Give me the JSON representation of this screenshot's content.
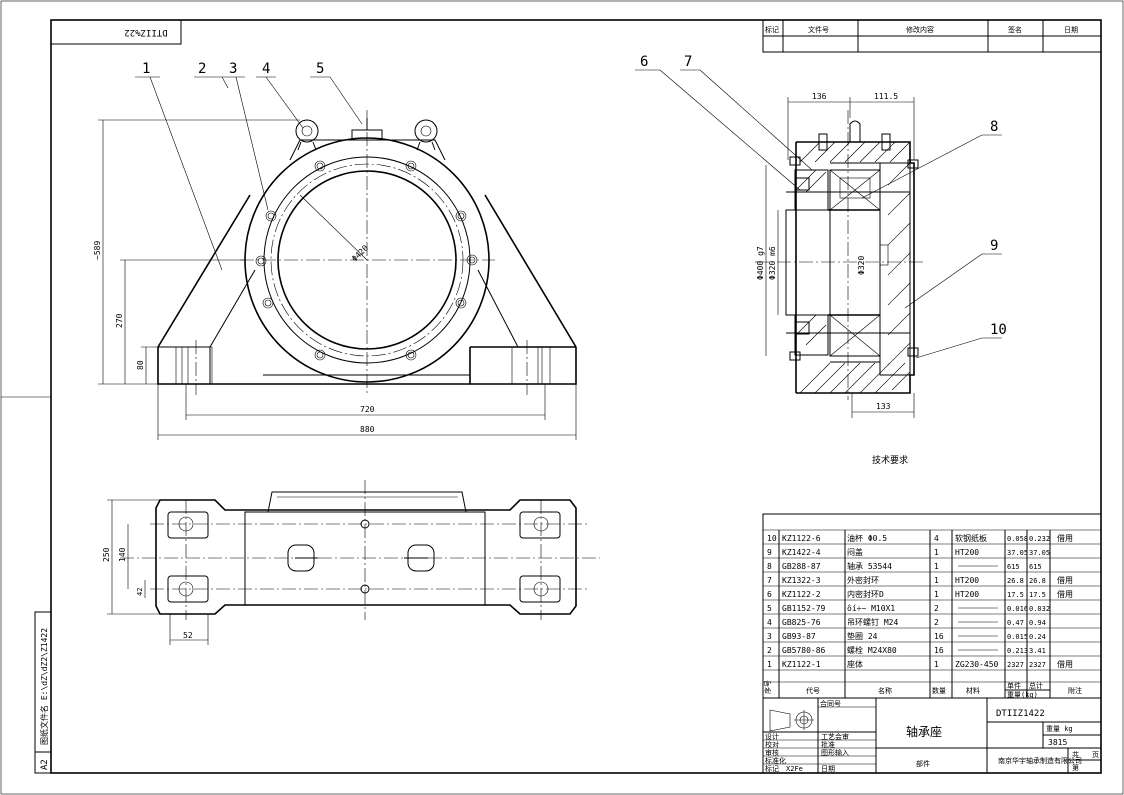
{
  "drawing_number_rotated": "DTIIZ%22",
  "side_label": "图纸文件名 E:\\dZ\\dZ2\\Z1422",
  "sheet_size": "A2",
  "front_view": {
    "balloons": [
      "1",
      "2",
      "3",
      "4",
      "5"
    ],
    "dims": {
      "height_total": "~589",
      "height_center": "270",
      "base_height": "80",
      "bolt_span": "720",
      "base_length": "880",
      "bore_dia": "Φ420"
    }
  },
  "plan_view": {
    "dims": {
      "width": "250",
      "inner": "140",
      "slot": "42",
      "edge": "52"
    }
  },
  "section_view": {
    "balloons": [
      "6",
      "7",
      "8",
      "9",
      "10"
    ],
    "dims": {
      "left_top": "136",
      "right_top": "111.5",
      "bottom": "133",
      "outer_dia": "Φ400 g7",
      "shaft_dia": "Φ320 m6",
      "bearing_dia": "Φ320"
    }
  },
  "tech_req": "技术要求",
  "revision_header": {
    "mark": "标记",
    "file_no": "文件号",
    "content": "修改内容",
    "sign": "签名",
    "date": "日期"
  },
  "bom": {
    "rows": [
      {
        "no": "10",
        "code": "KZ1122-6",
        "name": "油杯 Φ0.5",
        "qty": "4",
        "mat": "软钢纸板",
        "w1": "0.058",
        "w2": "0.232",
        "note": "借用"
      },
      {
        "no": "9",
        "code": "KZ1422-4",
        "name": "闷盖",
        "qty": "1",
        "mat": "HT200",
        "w1": "37.05",
        "w2": "37.05",
        "note": ""
      },
      {
        "no": "8",
        "code": "GB288-87",
        "name": "轴承 53544",
        "qty": "1",
        "mat": "",
        "w1": "615",
        "w2": "615",
        "note": ""
      },
      {
        "no": "7",
        "code": "KZ1322-3",
        "name": "外密封环",
        "qty": "1",
        "mat": "HT200",
        "w1": "26.8",
        "w2": "26.8",
        "note": "借用"
      },
      {
        "no": "6",
        "code": "KZ1122-2",
        "name": "内密封环D",
        "qty": "1",
        "mat": "HT200",
        "w1": "17.5",
        "w2": "17.5",
        "note": "借用"
      },
      {
        "no": "5",
        "code": "GB1152-79",
        "name": "ôí÷~ M10X1",
        "qty": "2",
        "mat": "",
        "w1": "0.016",
        "w2": "0.032",
        "note": ""
      },
      {
        "no": "4",
        "code": "GB825-76",
        "name": "吊环螺钉 M24",
        "qty": "2",
        "mat": "",
        "w1": "0.47",
        "w2": "0.94",
        "note": ""
      },
      {
        "no": "3",
        "code": "GB93-87",
        "name": "垫圈 24",
        "qty": "16",
        "mat": "",
        "w1": "0.015",
        "w2": "0.24",
        "note": ""
      },
      {
        "no": "2",
        "code": "GB5780-86",
        "name": "螺栓 M24X80",
        "qty": "16",
        "mat": "",
        "w1": "0.213",
        "w2": "3.41",
        "note": ""
      },
      {
        "no": "1",
        "code": "KZ1122-1",
        "name": "座体",
        "qty": "1",
        "mat": "ZG230-450",
        "w1": "2327",
        "w2": "2327",
        "note": "借用"
      }
    ],
    "header": {
      "no": "序号",
      "code": "代号",
      "name": "名称",
      "qty": "数量",
      "mat": "材料",
      "w_single": "单件",
      "w_total": "总计",
      "w_unit": "重量(kg)",
      "note": "附注"
    }
  },
  "title_block": {
    "contract_no": "合同号",
    "part_name": "轴承座",
    "drawing_no": "DTIIZ1422",
    "weight_label": "重量 kg",
    "weight_value": "3815",
    "sheet_total": "共",
    "sheet_no": "第",
    "sheet_unit": "页",
    "category": "部件",
    "company": "南京华宇轴承制造有限公司",
    "roles": [
      "设计",
      "校对",
      "审核",
      "标准化",
      "工艺会审",
      "批准",
      "图形输入",
      "日期"
    ],
    "mark_label": "标记",
    "mark_value": "X2Fe"
  }
}
